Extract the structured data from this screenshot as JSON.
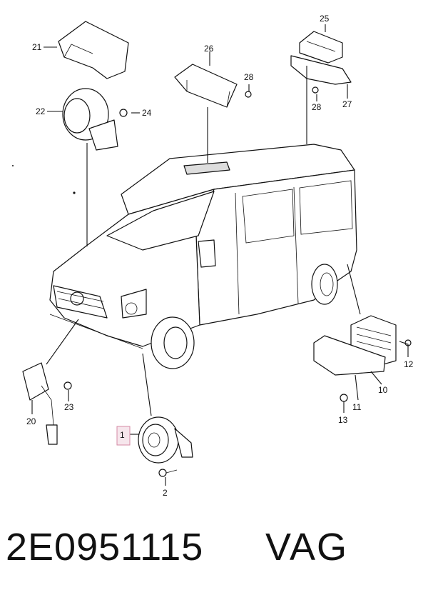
{
  "callouts": [
    {
      "id": "21",
      "text": "21"
    },
    {
      "id": "22",
      "text": "22"
    },
    {
      "id": "24",
      "text": "24"
    },
    {
      "id": "26",
      "text": "26"
    },
    {
      "id": "28a",
      "text": "28"
    },
    {
      "id": "25",
      "text": "25"
    },
    {
      "id": "28b",
      "text": "28"
    },
    {
      "id": "27",
      "text": "27"
    },
    {
      "id": "12",
      "text": "12"
    },
    {
      "id": "10",
      "text": "10"
    },
    {
      "id": "11",
      "text": "11"
    },
    {
      "id": "13",
      "text": "13"
    },
    {
      "id": "20",
      "text": "20"
    },
    {
      "id": "23",
      "text": "23"
    },
    {
      "id": "1",
      "text": "1"
    },
    {
      "id": "2",
      "text": "2"
    }
  ],
  "highlighted_part": "1",
  "footer": {
    "part_number": "2E0951115",
    "brand": "VAG"
  }
}
